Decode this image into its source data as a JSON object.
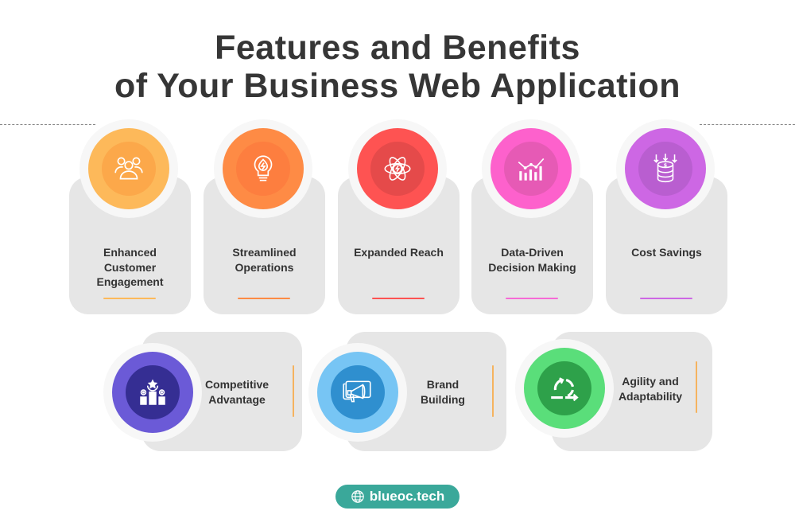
{
  "title": {
    "line1": "Features and Benefits",
    "line2": "of Your Business Web Application"
  },
  "top_features": [
    {
      "label": "Enhanced Customer Engagement",
      "lines": [
        "Enhanced",
        "Customer",
        "Engagement"
      ],
      "icon": "users-group-icon",
      "outer_color": "#fdb95a",
      "inner_color": "#fca84a",
      "underline_color": "#fdb95a"
    },
    {
      "label": "Streamlined Operations",
      "lines": [
        "Streamlined",
        "Operations"
      ],
      "icon": "lightbulb-bolt-icon",
      "outer_color": "#fe8b45",
      "inner_color": "#fd7e3f",
      "underline_color": "#fe8b45"
    },
    {
      "label": "Expanded Reach",
      "lines": [
        "Expanded Reach"
      ],
      "icon": "atom-bolt-icon",
      "outer_color": "#fe5352",
      "inner_color": "#e54a4a",
      "underline_color": "#fe5352"
    },
    {
      "label": "Data-Driven Decision Making",
      "lines": [
        "Data-Driven",
        "Decision Making"
      ],
      "icon": "bar-chart-trend-icon",
      "outer_color": "#fd61cc",
      "inner_color": "#e65ab5",
      "underline_color": "#f56bd6"
    },
    {
      "label": "Cost Savings",
      "lines": [
        "Cost Savings"
      ],
      "icon": "coin-stack-savings-icon",
      "outer_color": "#cd67e4",
      "inner_color": "#b95ed0",
      "underline_color": "#cd67e4"
    }
  ],
  "bottom_features": [
    {
      "label": "Competitive Advantage",
      "lines": [
        "Competitive",
        "Advantage"
      ],
      "icon": "podium-star-icon",
      "outer_color": "#6b5ad7",
      "inner_color": "#352e93",
      "bar_color": "#f5b35f"
    },
    {
      "label": "Brand Building",
      "lines": [
        "Brand",
        "Building"
      ],
      "icon": "megaphone-icon",
      "outer_color": "#77c5f4",
      "inner_color": "#2f8fcf",
      "bar_color": "#f5b35f"
    },
    {
      "label": "Agility and Adaptability",
      "lines": [
        "Agility and",
        "Adaptability"
      ],
      "icon": "agile-cycle-icon",
      "outer_color": "#5ade7a",
      "inner_color": "#2ea14a",
      "bar_color": "#f5b35f"
    }
  ],
  "brand": {
    "label": "blueoc.tech",
    "icon": "globe-icon",
    "color": "#3aa89a"
  }
}
